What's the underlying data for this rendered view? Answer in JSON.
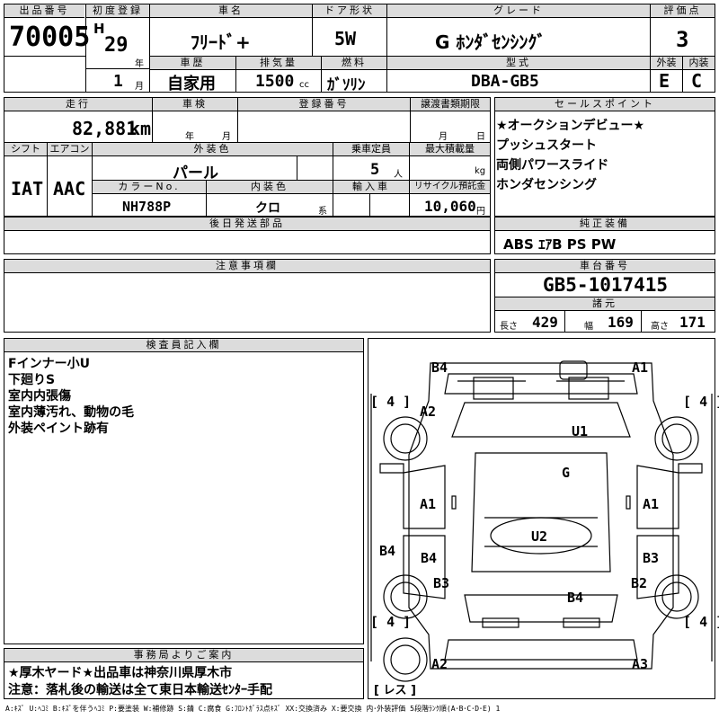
{
  "header": {
    "lot_label": "出品番号",
    "lot": "70005",
    "first_reg_label": "初度登録",
    "era": "H",
    "year": "29",
    "year_unit": "年",
    "month": "1",
    "month_unit": "月",
    "name_label": "車名",
    "name": "ﾌﾘｰﾄﾞ+",
    "door_label": "ドア形状",
    "door": "5W",
    "grade_label": "グレード",
    "grade": "G ﾎﾝﾀﾞｾﾝｼﾝｸﾞ",
    "score_label": "評価点",
    "score": "3",
    "history_label": "車歴",
    "history": "自家用",
    "displacement_label": "排気量",
    "displacement": "1500",
    "displacement_unit": "cc",
    "fuel_label": "燃料",
    "fuel": "ｶﾞｿﾘﾝ",
    "model_label": "型式",
    "model": "DBA-GB5",
    "exterior_label": "外装",
    "exterior": "E",
    "interior_label": "内装",
    "interior": "C"
  },
  "row2": {
    "mileage_label": "走行",
    "mileage": "82,881",
    "mileage_unit": "km",
    "inspection_label": "車検",
    "insp_year_unit": "年",
    "insp_month_unit": "月",
    "reg_no_label": "登録番号",
    "transfer_label": "譲渡書類期限",
    "transfer_month_unit": "月",
    "transfer_day_unit": "日",
    "shift_label": "シフト",
    "shift": "IAT",
    "ac_label": "エアコン",
    "ac": "AAC",
    "color_label": "外装色",
    "color": "パール",
    "capacity_label": "乗車定員",
    "capacity": "5",
    "capacity_unit": "人",
    "load_label": "最大積載量",
    "load_unit": "kg",
    "color_no_label": "カラーNo.",
    "color_no": "NH788P",
    "int_color_label": "内装色",
    "int_color": "クロ",
    "int_color_unit": "系",
    "import_label": "輸入車",
    "recycle_label": "リサイクル預託金",
    "recycle": "10,060",
    "recycle_unit": "円"
  },
  "sales": {
    "label": "セールスポイント",
    "items": [
      "★オークションデビュー★",
      "プッシュスタート",
      "両側パワースライド",
      "ホンダセンシング"
    ]
  },
  "later_parts_label": "後日発送部品",
  "equipment": {
    "label": "純正装備",
    "value": "ABS ｴｱB PS PW"
  },
  "notes_label": "注意事項欄",
  "chassis": {
    "label": "車台番号",
    "value": "GB5-1017415"
  },
  "specs": {
    "label": "諸元",
    "length_label": "長さ",
    "length": "429",
    "width_label": "幅",
    "width": "169",
    "height_label": "高さ",
    "height": "171"
  },
  "inspector": {
    "label": "検査員記入欄",
    "lines": [
      "Fインナー小U",
      "下廻りS",
      "室内内張傷",
      "室内薄汚れ、動物の毛",
      "外装ペイント跡有"
    ]
  },
  "office": {
    "label": "事務局よりご案内",
    "lines": [
      "★厚木ヤード★出品車は神奈川県厚木市",
      "注意：落札後の輸送は全て東日本輸送ｾﾝﾀｰ手配"
    ]
  },
  "diagram": {
    "marks": [
      "B4",
      "A1",
      "A2",
      "U1",
      "G",
      "A1",
      "A1",
      "B4",
      "U2",
      "B4",
      "B3",
      "B3",
      "B2",
      "B4",
      "A2",
      "A3"
    ],
    "tires": [
      "4",
      "4",
      "4",
      "4"
    ],
    "spare": "レス"
  },
  "legend": "A:ｷｽﾞ U:ﾍｺﾐ B:ｷｽﾞを伴うﾍｺﾐ P:要塗装 W:補修跡 S:錆 C:腐食 G:ﾌﾛﾝﾄｶﾞﾗｽ点ｷｽﾞ XX:交換済み X:要交換 内･外装評価 5段階ﾗﾝｸ順(A･B･C･D･E) 1"
}
